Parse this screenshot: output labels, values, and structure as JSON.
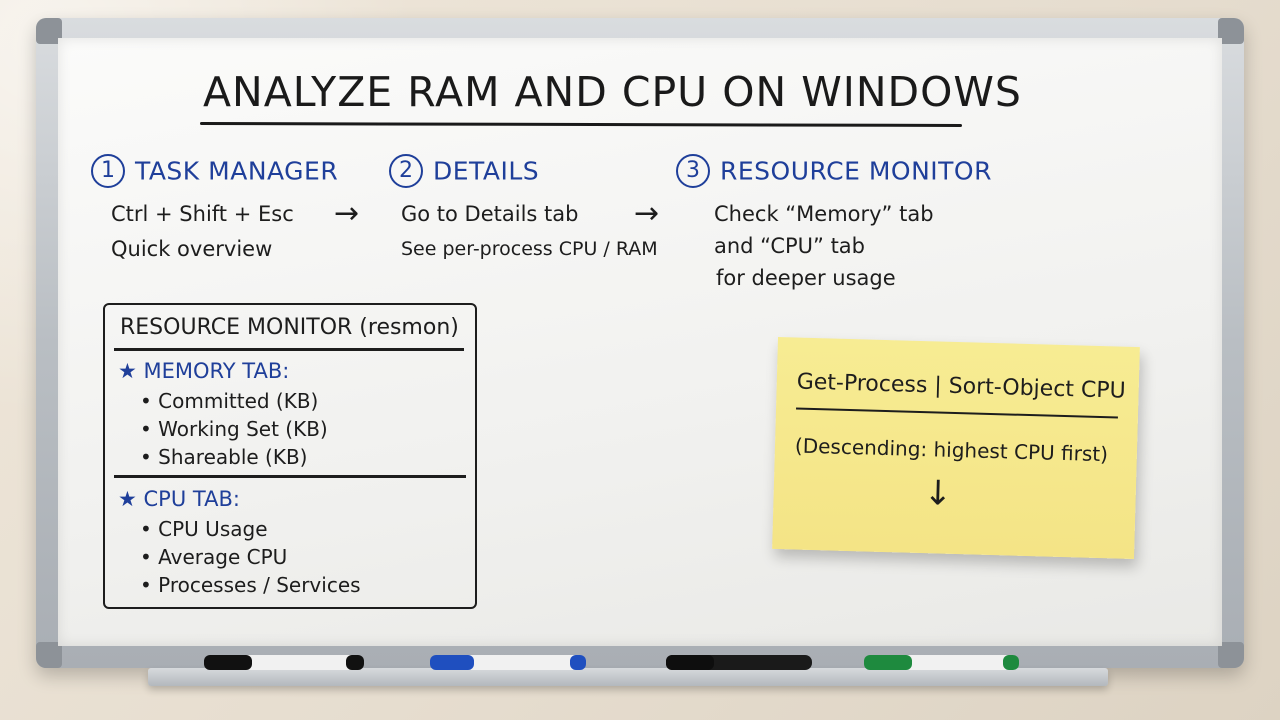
{
  "title": "ANALYZE RAM AND CPU ON WINDOWS",
  "steps": [
    {
      "number": "1",
      "title": "TASK MANAGER",
      "lines": [
        "Ctrl + Shift + Esc",
        "Quick overview"
      ]
    },
    {
      "number": "2",
      "title": "DETAILS",
      "lines": [
        "Go to Details tab",
        "See per-process CPU / RAM"
      ]
    },
    {
      "number": "3",
      "title": "RESOURCE MONITOR",
      "lines": [
        "Check “Memory” tab",
        "and “CPU” tab",
        "for deeper usage"
      ]
    }
  ],
  "arrows": [
    "→",
    "→"
  ],
  "resmon": {
    "title": "RESOURCE MONITOR (resmon)",
    "memory_tab": {
      "heading": "MEMORY TAB:",
      "icon": "star-icon",
      "items": [
        "Committed (KB)",
        "Working Set (KB)",
        "Shareable (KB)"
      ]
    },
    "cpu_tab": {
      "heading": "CPU TAB:",
      "icon": "star-icon",
      "items": [
        "CPU Usage",
        "Average CPU",
        "Processes / Services"
      ]
    }
  },
  "sticky_note": {
    "command": "Get-Process | Sort-Object CPU",
    "note": "(Descending: highest CPU first)",
    "arrow": "↓"
  },
  "markers": [
    {
      "color": "#1a1a1a",
      "cap_color": "#111111"
    },
    {
      "color": "#1f4fbf",
      "cap_color": "#1f4fbf"
    },
    {
      "color": "#1a1a1a",
      "cap_color": "#111111"
    },
    {
      "color": "#1e8a3e",
      "cap_color": "#1e8a3e"
    }
  ],
  "colors": {
    "accent_blue": "#1f3f9a",
    "ink": "#1d1d1d",
    "sticky_yellow": "#f6ea8f"
  }
}
